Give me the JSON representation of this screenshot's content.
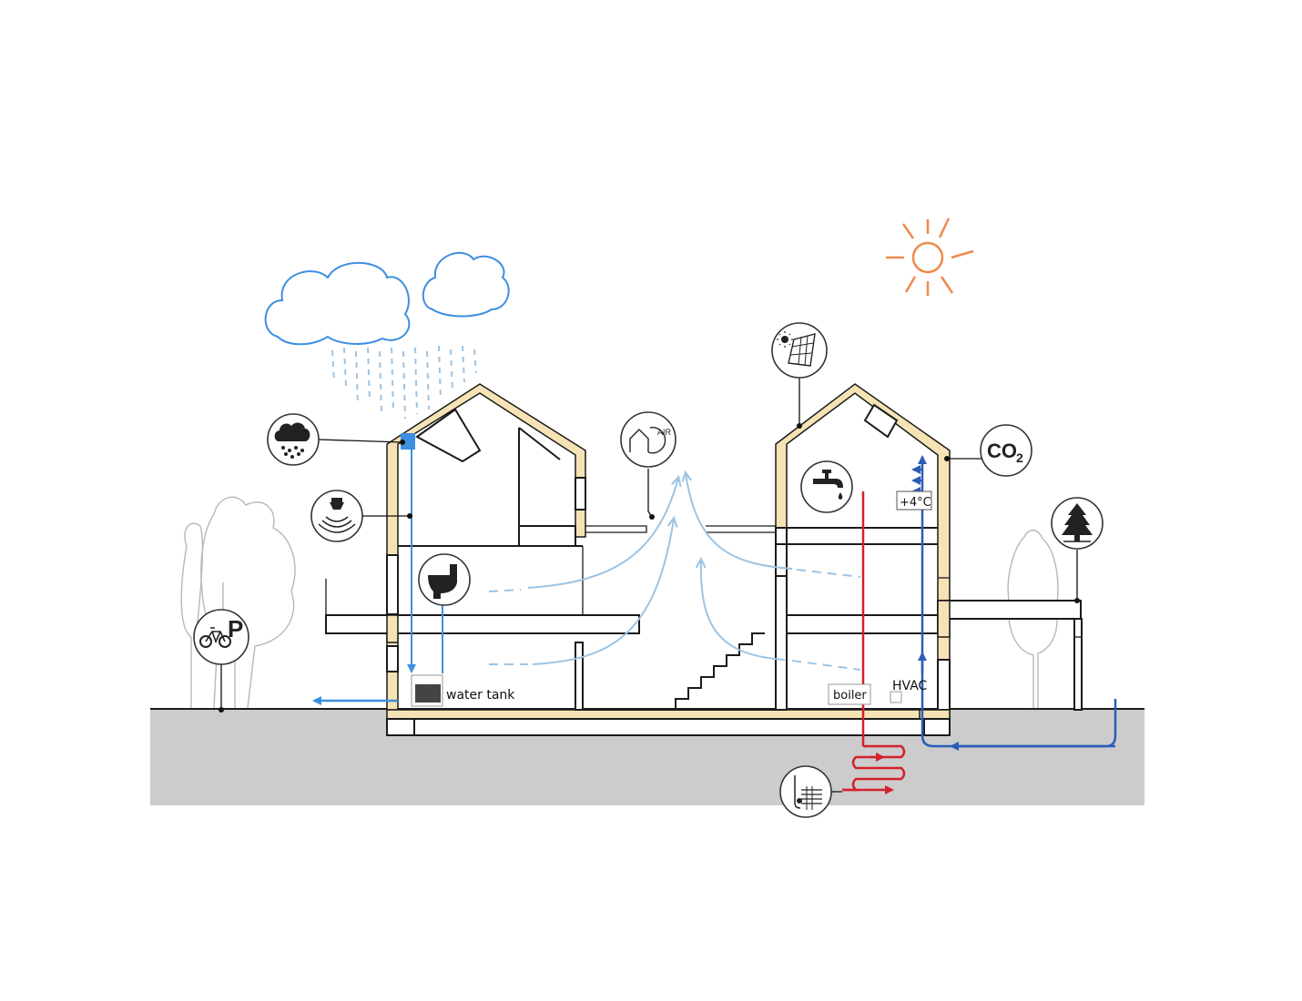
{
  "labels": {
    "water_tank": "water tank",
    "boiler": "boiler",
    "hvac": "HVAC",
    "temperature": "+4°C",
    "air": "AIR",
    "co2_main": "CO",
    "co2_sub": "2",
    "parking": "P"
  },
  "icons": [
    "rain-cloud-icon",
    "sensor-icon",
    "toilet-icon",
    "bicycle-parking-icon",
    "air-ventilation-icon",
    "solar-panel-icon",
    "water-tap-icon",
    "co2-icon",
    "tree-icon",
    "geothermal-heat-pump-icon",
    "sun-icon",
    "cloud-icon"
  ],
  "colors": {
    "rain": "#3d8fe0",
    "air_flow": "#9cc4e4",
    "hot_water": "#d3202c",
    "cold_supply": "#2a5db8",
    "insulation": "#f6e3b5",
    "ground": "#cccccc",
    "sun": "#f08a4b"
  }
}
